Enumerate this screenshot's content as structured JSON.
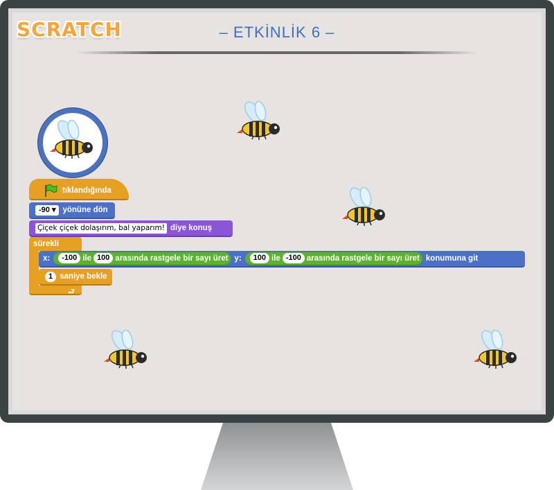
{
  "header": {
    "logo_text": "SCRATCH",
    "title": "– ETKİNLİK 6 –"
  },
  "sprite": {
    "icon": "bee-icon"
  },
  "script": {
    "hat_label": "tıklandığında",
    "point": {
      "value": "-90",
      "label": "yönüne dön"
    },
    "say": {
      "text": "Çiçek çiçek dolaşırım, bal yaparım!",
      "label": "diye konuş"
    },
    "forever_label": "sürekli",
    "goto": {
      "x_label": "x:",
      "x_min": "-100",
      "ile_1": "ile",
      "x_max": "100",
      "random_label_1": "arasında rastgele bir sayı üret",
      "y_label": "y:",
      "y_min": "100",
      "ile_2": "ile",
      "y_max": "-100",
      "random_label_2": "arasında rastgele bir sayı üret",
      "label": "konumuna git"
    },
    "wait": {
      "value": "1",
      "label": "saniye bekle"
    }
  },
  "colors": {
    "motion": "#4c70c7",
    "looks": "#8a55d7",
    "control": "#e6a023",
    "operators": "#5cb22a",
    "title": "#3f6fc1",
    "monitor": "#3a4244"
  }
}
